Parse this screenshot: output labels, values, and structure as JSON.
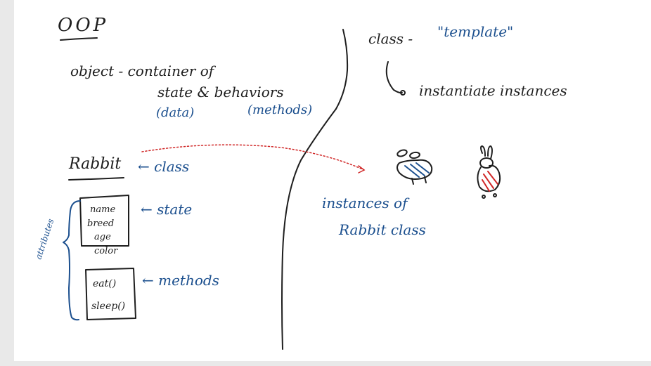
{
  "colors": {
    "page_bg": "#ffffff",
    "outer_bg": "#e9e9e9",
    "ink_black": "#1e1e1e",
    "ink_blue": "#1b4f8e",
    "ink_red": "#d02626"
  },
  "notes": {
    "title": "OOP",
    "object_line": "object - container of",
    "state_line": "state & behaviors",
    "data_paren": "(data)",
    "methods_paren": "(methods)",
    "class_line": "class -",
    "template": "\"template\"",
    "instantiate": "instantiate instances",
    "rabbit": "Rabbit",
    "class_arrow_label": "← class",
    "attr_name": "name",
    "attr_breed": "breed",
    "attr_age": "age",
    "attr_color": "color",
    "state_label": "← state",
    "method_eat": "eat()",
    "method_sleep": "sleep()",
    "methods_label": "← methods",
    "attributes_label": "attributes",
    "instances_line1": "instances of",
    "instances_line2": "Rabbit class"
  },
  "icons": [
    "blue-rabbit-icon",
    "red-rabbit-icon"
  ]
}
